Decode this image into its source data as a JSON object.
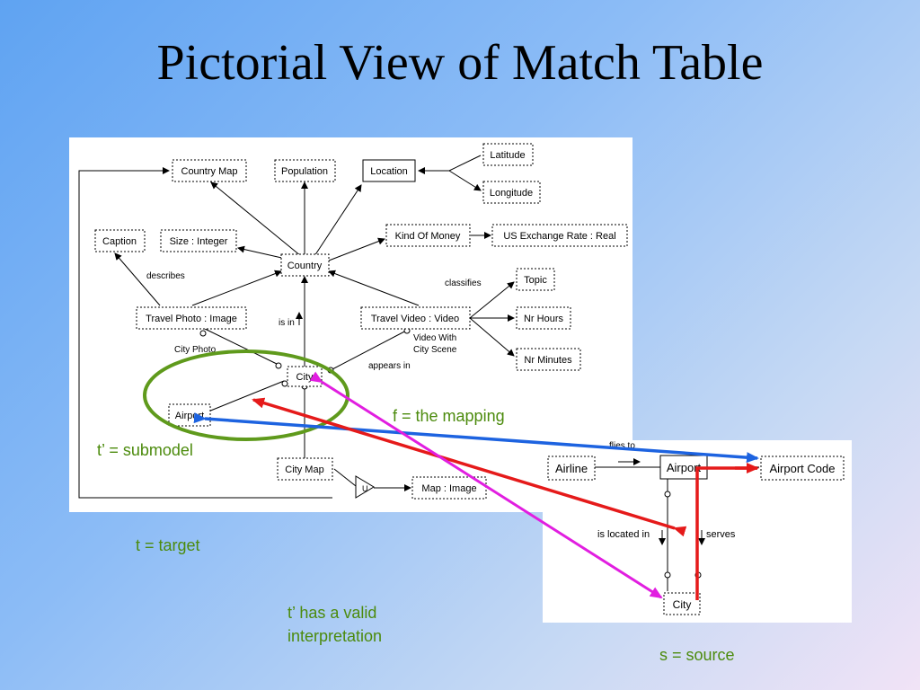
{
  "slide": {
    "title": "Pictorial View of Match Table",
    "notes": {
      "mapping": "f = the mapping",
      "submodel": "t’ = submodel",
      "target": "t = target",
      "valid_line1": "t’ has a valid",
      "valid_line2": "interpretation",
      "source": "s = source"
    }
  },
  "target_model": {
    "nodes": {
      "country_map": "Country Map",
      "population": "Population",
      "location": "Location",
      "latitude": "Latitude",
      "longitude": "Longitude",
      "caption": "Caption",
      "size": "Size : Integer",
      "kind_of_money": "Kind Of Money",
      "us_exchange_rate": "US Exchange Rate : Real",
      "country": "Country",
      "topic": "Topic",
      "travel_photo": "Travel Photo : Image",
      "travel_video": "Travel Video : Video",
      "nr_hours": "Nr Hours",
      "nr_minutes": "Nr Minutes",
      "city": "City",
      "airport": "Airport",
      "city_map": "City Map",
      "map_image": "Map : Image"
    },
    "labels": {
      "describes": "describes",
      "classifies": "classifies",
      "is_in": "is in",
      "city_photo": "City Photo",
      "video_with_1": "Video With",
      "video_with_2": "City Scene",
      "appears_in": "appears in"
    }
  },
  "source_model": {
    "nodes": {
      "airline": "Airline",
      "airport": "Airport",
      "airport_code": "Airport Code",
      "city": "City"
    },
    "labels": {
      "flies_to": "flies to",
      "is_located_in": "is located in",
      "serves": "serves"
    }
  },
  "colors": {
    "mapping_red": "#e51a1a",
    "mapping_blue": "#1d63e0",
    "mapping_magenta": "#e11ee0",
    "submodel_green": "#5f9a1c",
    "note_green": "#4c8b0d"
  }
}
